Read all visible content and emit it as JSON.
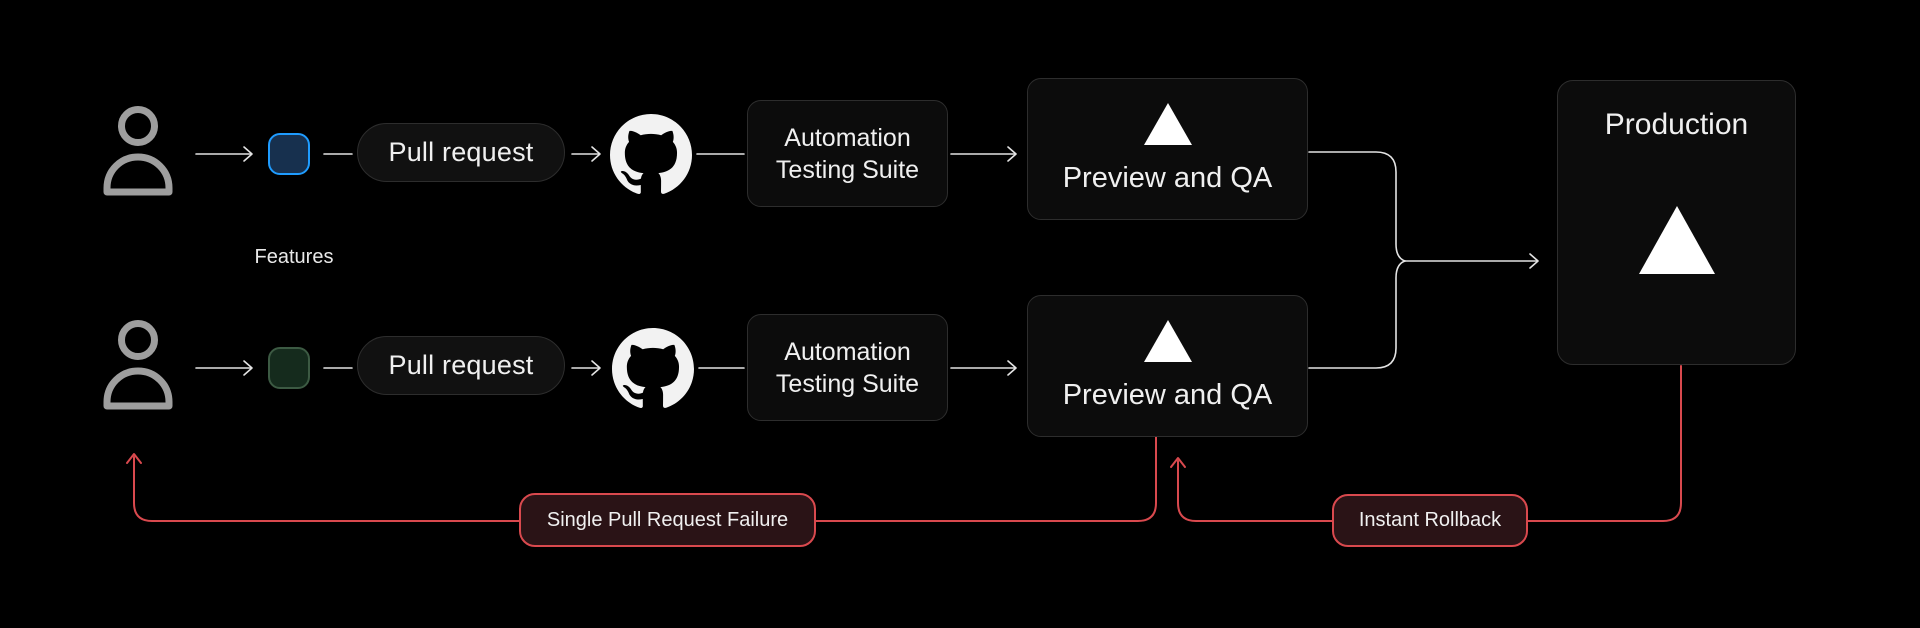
{
  "labels": {
    "features": "Features",
    "production": "Production"
  },
  "rows": [
    {
      "pull_request": "Pull request",
      "testing_suite": "Automation Testing Suite",
      "preview": "Preview and QA"
    },
    {
      "pull_request": "Pull request",
      "testing_suite": "Automation Testing Suite",
      "preview": "Preview and QA"
    }
  ],
  "badges": {
    "failure": "Single Pull Request Failure",
    "rollback": "Instant Rollback"
  },
  "icons": {
    "user": "user-icon",
    "github": "github-icon",
    "vercel_triangle": "vercel-triangle-icon"
  },
  "colors": {
    "background": "#000000",
    "box_fill": "#0c0c0c",
    "box_border": "#2d2d2d",
    "text": "#f0f0f0",
    "wire": "#e3e3e3",
    "red": "#d9494e",
    "badge_fill": "#2a1316",
    "blue_node_fill": "#17304e",
    "blue_node_border": "#1f9cff",
    "green_node_fill": "#152b1d",
    "green_node_border": "#3c5a43",
    "person": "#9e9e9e",
    "github_mark": "#f2f2f2",
    "triangle": "#ffffff"
  }
}
